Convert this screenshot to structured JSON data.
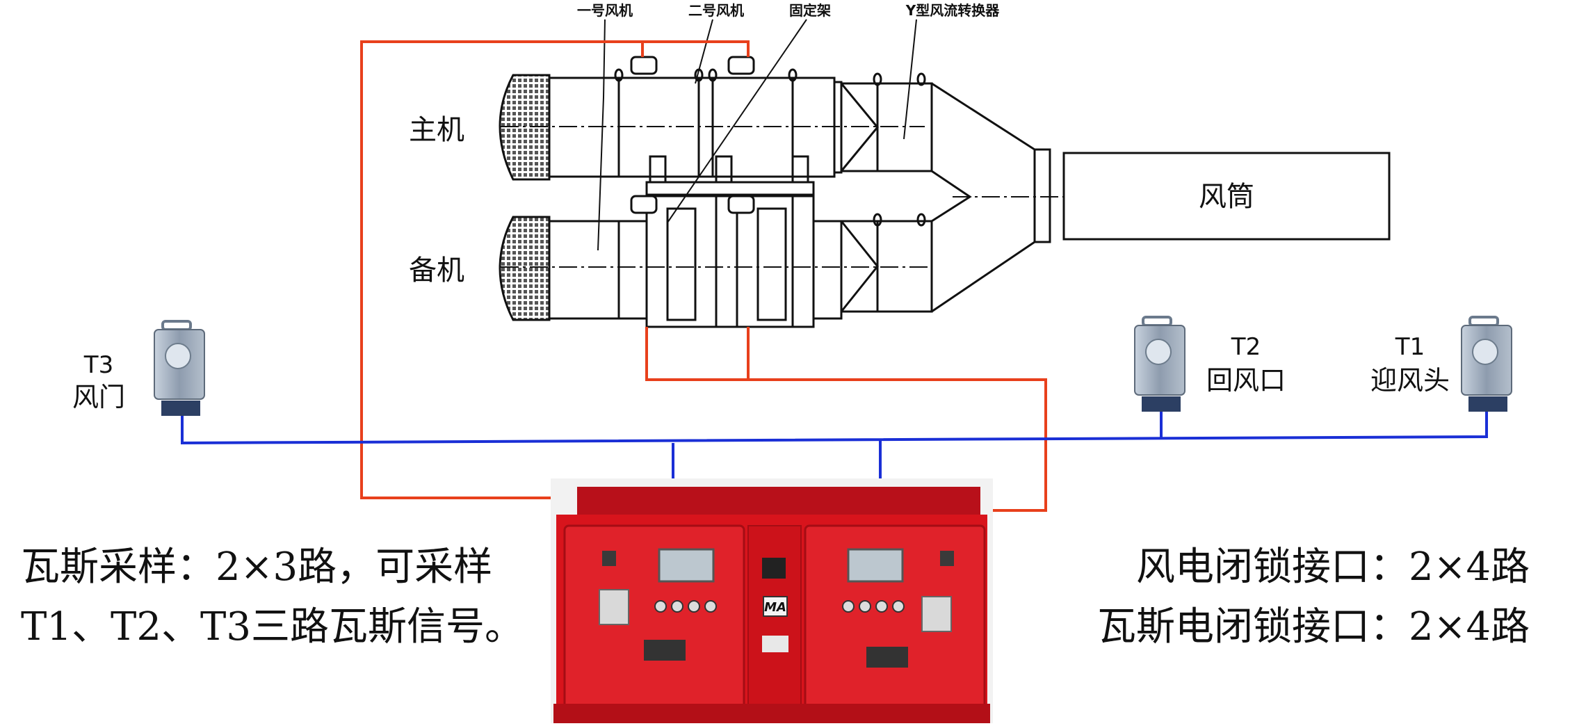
{
  "callouts": {
    "fan1": "一号风机",
    "fan2": "二号风机",
    "frame": "固定架",
    "y_pipe": "Y型风流转换器"
  },
  "units": {
    "main": "主机",
    "backup": "备机",
    "duct": "风筒"
  },
  "sensors": [
    {
      "id": "T3",
      "name": "风门"
    },
    {
      "id": "T2",
      "name": "回风口"
    },
    {
      "id": "T1",
      "name": "迎风头"
    }
  ],
  "cabinet_badge": "MA",
  "left_text": {
    "line1": "瓦斯采样：2×3路，可采样",
    "line2": "T1、T2、T3三路瓦斯信号。"
  },
  "right_text": {
    "line1": "风电闭锁接口：2×4路",
    "line2": "瓦斯电闭锁接口：2×4路"
  },
  "colors": {
    "signal_line": "#e8401c",
    "bus_line": "#1a2fd6",
    "cabinet": "#d8141c",
    "sensor_body": "#9aa8b8"
  }
}
